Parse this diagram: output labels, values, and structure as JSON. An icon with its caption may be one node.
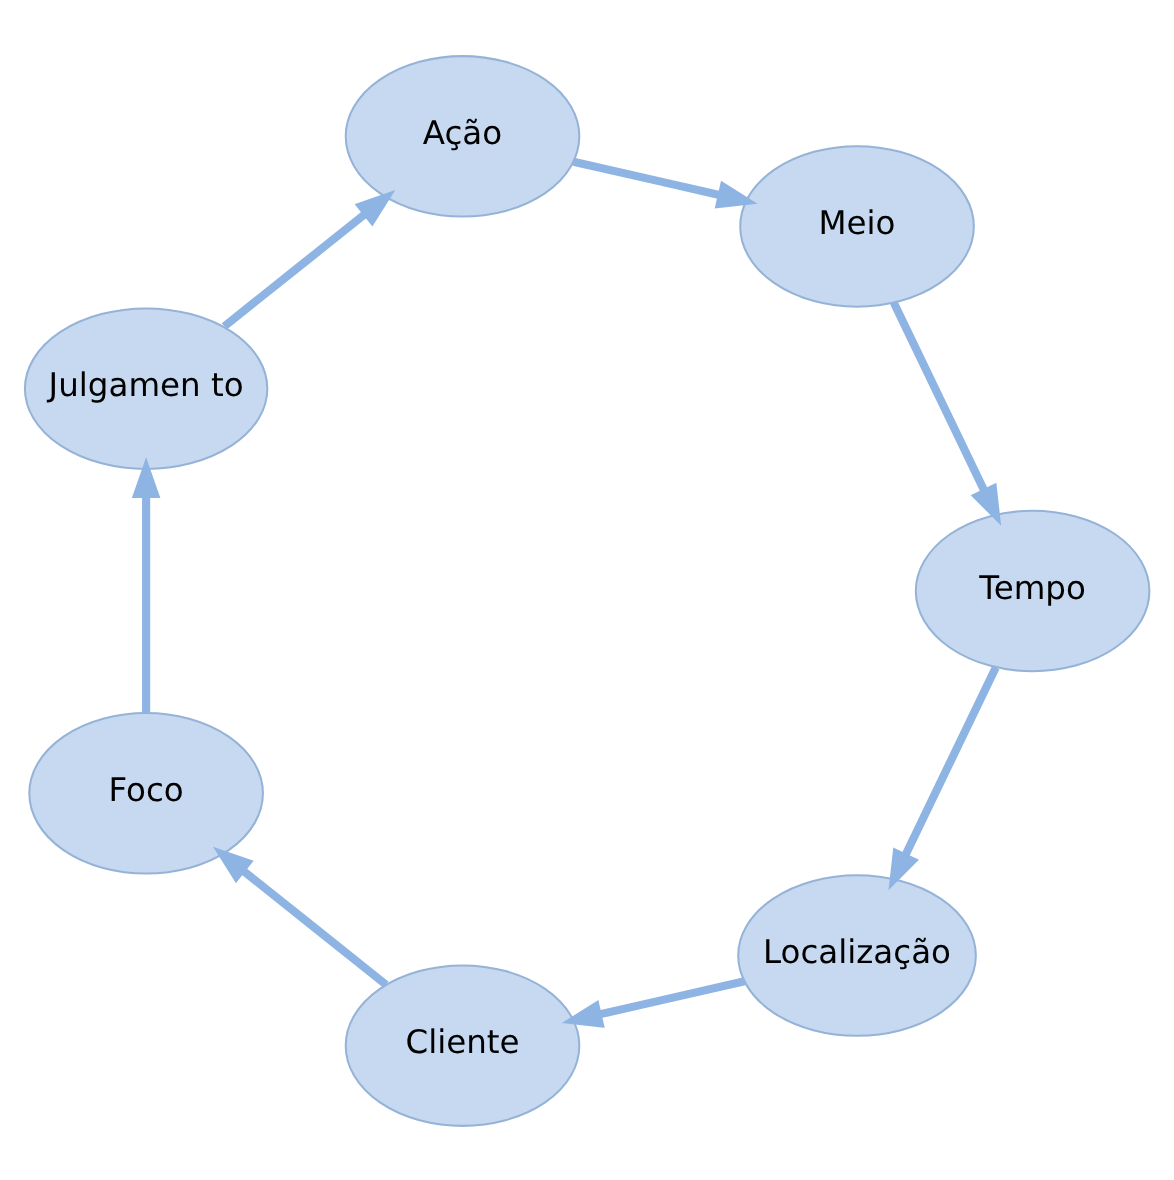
{
  "diagram": {
    "nodes": [
      {
        "text": [
          "Localização"
        ]
      },
      {
        "text": [
          "Cliente"
        ]
      },
      {
        "text": [
          "Foco"
        ]
      },
      {
        "text": [
          "Julgamen to"
        ]
      },
      {
        "text": [
          "Ação"
        ]
      },
      {
        "text": [
          "Meio"
        ]
      },
      {
        "text": [
          "Tempo"
        ]
      }
    ],
    "edges": [
      {
        "from": 0,
        "to": 1,
        "arrow": "to"
      },
      {
        "from": 1,
        "to": 2,
        "arrow": "to"
      },
      {
        "from": 2,
        "to": 3,
        "arrow": "to"
      },
      {
        "from": 3,
        "to": 4,
        "arrow": "to"
      },
      {
        "from": 4,
        "to": 5,
        "arrow": "to"
      },
      {
        "from": 5,
        "to": 6,
        "arrow": "to"
      },
      {
        "from": 6,
        "to": 0,
        "arrow": "to"
      }
    ]
  }
}
